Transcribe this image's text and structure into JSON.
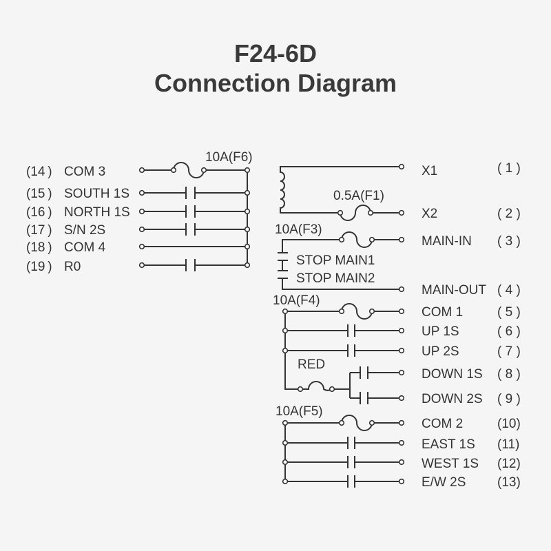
{
  "title": "F24-6D",
  "subtitle": "Connection Diagram",
  "left_terminals": [
    {
      "num": "(14 )",
      "label": "COM 3"
    },
    {
      "num": "(15 )",
      "label": "SOUTH 1S"
    },
    {
      "num": "(16 )",
      "label": "NORTH 1S"
    },
    {
      "num": "(17 )",
      "label": "S/N 2S"
    },
    {
      "num": "(18 )",
      "label": "COM 4"
    },
    {
      "num": "(19 )",
      "label": "R0"
    }
  ],
  "right_terminals": [
    {
      "label": "X1",
      "num": "( 1 )"
    },
    {
      "label": "X2",
      "num": "( 2 )"
    },
    {
      "label": "MAIN-IN",
      "num": "( 3 )"
    },
    {
      "label": "MAIN-OUT",
      "num": "( 4 )"
    },
    {
      "label": "COM 1",
      "num": "( 5 )"
    },
    {
      "label": "UP 1S",
      "num": "( 6 )"
    },
    {
      "label": "UP 2S",
      "num": "( 7 )"
    },
    {
      "label": "DOWN 1S",
      "num": "( 8 )"
    },
    {
      "label": "DOWN 2S",
      "num": "( 9 )"
    },
    {
      "label": "COM 2",
      "num": "(10)"
    },
    {
      "label": "EAST 1S",
      "num": "(11)"
    },
    {
      "label": "WEST 1S",
      "num": "(12)"
    },
    {
      "label": "E/W 2S",
      "num": "(13)"
    }
  ],
  "fuses": {
    "f6": "10A(F6)",
    "f1": "0.5A(F1)",
    "f3": "10A(F3)",
    "f4": "10A(F4)",
    "f5": "10A(F5)"
  },
  "stop_main1": "STOP MAIN1",
  "stop_main2": "STOP MAIN2",
  "red_label": "RED"
}
